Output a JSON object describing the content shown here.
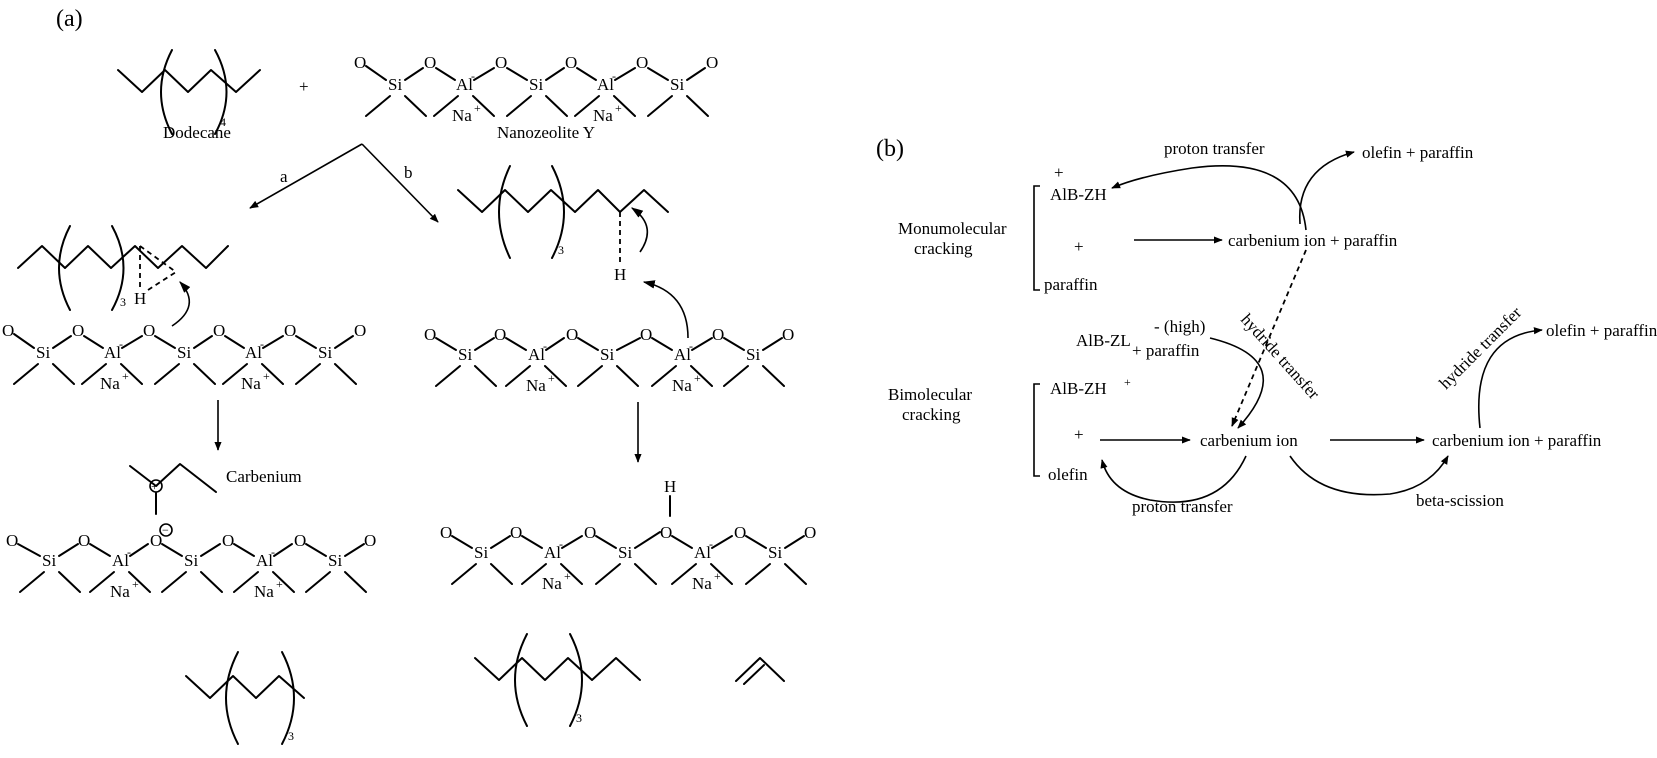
{
  "panel_a": {
    "label": "(a)",
    "dodecane_label": "Dodecane",
    "plus": "+",
    "nanozeolite_label": "Nanozeolite Y",
    "path_a": "a",
    "path_b": "b",
    "carbenium_label": "Carbenium",
    "subscripts": {
      "n4": "4",
      "n3": "3"
    },
    "atoms": {
      "o": "O",
      "si": "Si",
      "al": "Al",
      "na": "Na",
      "h": "H"
    },
    "charges": {
      "minus": "-",
      "plus": "+",
      "circle_plus": "+",
      "circle_minus": "−"
    }
  },
  "panel_b": {
    "label": "(b)",
    "monomolecular": [
      "Monumolecular",
      "cracking"
    ],
    "bimolecular": [
      "Bimolecular",
      "cracking"
    ],
    "albzh": "AlB-ZH",
    "plus": "+",
    "paraffin": "paraffin",
    "olefin": "olefin",
    "proton_transfer": "proton transfer",
    "olefin_paraffin": "olefin + paraffin",
    "carbenium_paraffin": "carbenium ion + paraffin",
    "carbenium_ion": "carbenium ion",
    "albzl": "AlB-ZL",
    "high": "- (high)",
    "plus_paraffin": "+ paraffin",
    "hydride_transfer": "hydride transfer",
    "beta_scission": "beta-scission"
  }
}
